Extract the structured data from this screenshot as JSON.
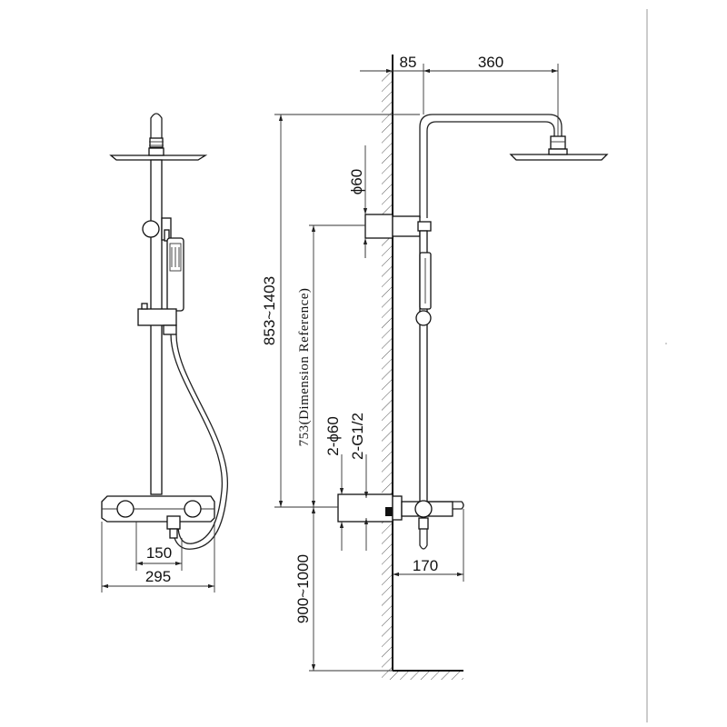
{
  "dimensions": {
    "wall_offset": "85",
    "arm_length": "360",
    "pipe_diameter": "ϕ60",
    "height_range": "853~1403",
    "reference_height": "753(Dimension Reference)",
    "inlet_diameter": "2-ϕ60",
    "inlet_thread": "2-G1/2",
    "floor_height": "900~1000",
    "spout_projection": "170",
    "inlet_spacing": "150",
    "mixer_width": "295"
  },
  "colors": {
    "line": "#222222",
    "hatch": "#555555",
    "background": "#ffffff"
  }
}
